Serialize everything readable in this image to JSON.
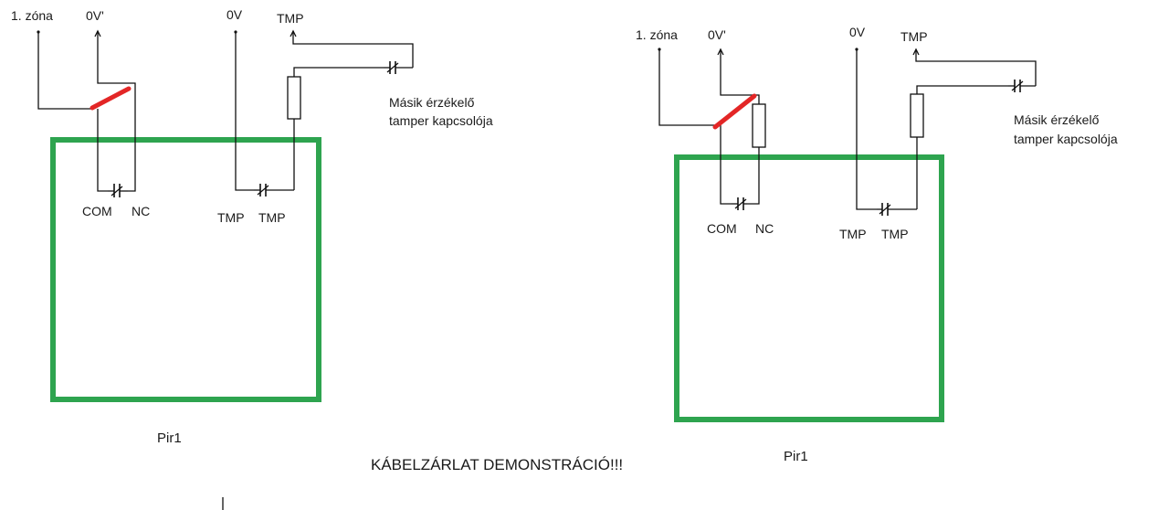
{
  "colors": {
    "sensor_border": "#2ea44f",
    "relay_switch": "#e32626",
    "warning_text": "#e32626",
    "wire": "#111111"
  },
  "warning": "KÁBELZÁRLAT DEMONSTRÁCIÓ!!!",
  "left": {
    "label_zone": "1. zóna",
    "label_0v_prime": "0V'",
    "label_0v": "0V",
    "label_tmp_top": "TMP",
    "other_sensor_line1": "Másik érzékelő",
    "other_sensor_line2": "tamper kapcsolója",
    "com": "COM",
    "nc": "NC",
    "tmp_a": "TMP",
    "tmp_b": "TMP",
    "sensor_name": "Pir1"
  },
  "right": {
    "label_zone": "1. zóna",
    "label_0v_prime": "0V'",
    "label_0v": "0V",
    "label_tmp_top": "TMP",
    "other_sensor_line1": "Másik érzékelő",
    "other_sensor_line2": "tamper kapcsolója",
    "com": "COM",
    "nc": "NC",
    "tmp_a": "TMP",
    "tmp_b": "TMP",
    "sensor_name": "Pir1"
  }
}
